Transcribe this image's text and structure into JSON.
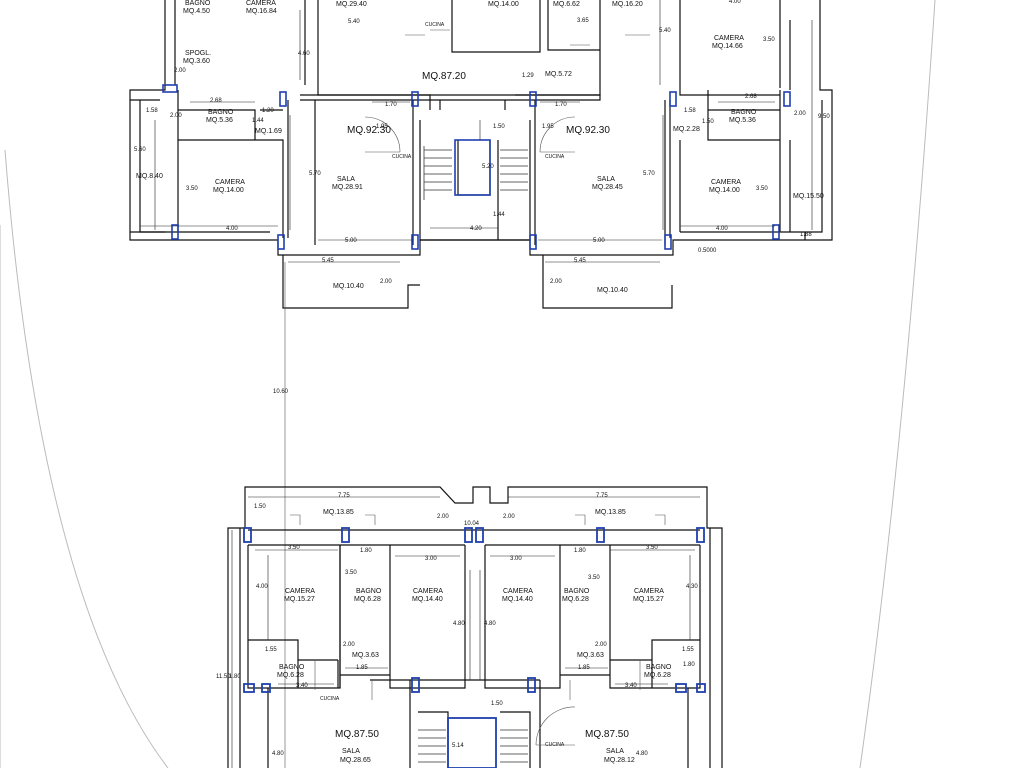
{
  "units": [
    {
      "id": "top-left",
      "area": "MQ.92.30"
    },
    {
      "id": "top-right",
      "area": "MQ.92.30"
    },
    {
      "id": "top-upper",
      "area": "MQ.87.20"
    },
    {
      "id": "bottom-left",
      "area": "MQ.87.50"
    },
    {
      "id": "bottom-right",
      "area": "MQ.87.50"
    }
  ],
  "rooms": {
    "bagno_450": "BAGNO",
    "bagno_450_area": "MQ.4.50",
    "camera_1684": "CAMERA",
    "camera_1684_area": "MQ.16.84",
    "spogl": "SPOGL.",
    "spogl_area": "MQ.3.60",
    "area_2940": "MQ.29.40",
    "area_1400_top": "MQ.14.00",
    "area_662": "MQ.6.62",
    "area_1620": "MQ.16.20",
    "cucina": "CUCINA",
    "area_572": "MQ.5.72",
    "camera_1466": "CAMERA",
    "camera_1466_area": "MQ.14.66",
    "bagno_536_l": "BAGNO",
    "bagno_536_l_area": "MQ.5.36",
    "area_169": "MQ.1.69",
    "bagno_536_r": "BAGNO",
    "bagno_536_r_area": "MQ.5.36",
    "area_228": "MQ.2.28",
    "camera_1400_l": "CAMERA",
    "camera_1400_l_area": "MQ.14.00",
    "sala_2891": "SALA",
    "sala_2891_area": "MQ.28.91",
    "sala_2845": "SALA",
    "sala_2845_area": "MQ.28.45",
    "camera_1400_r": "CAMERA",
    "camera_1400_r_area": "MQ.14.00",
    "area_840": "MQ.8.40",
    "area_1550": "MQ.15.50",
    "balc_l": "MQ.10.40",
    "balc_r": "MQ.10.40",
    "terr_l": "MQ.13.85",
    "terr_r": "MQ.13.85",
    "cam_1527_l": "CAMERA",
    "cam_1527_l_area": "MQ.15.27",
    "bagno_628_l": "BAGNO",
    "bagno_628_l_area": "MQ.6.28",
    "cam_1440_l": "CAMERA",
    "cam_1440_l_area": "MQ.14.40",
    "cam_1440_r": "CAMERA",
    "cam_1440_r_area": "MQ.14.40",
    "bagno_628_r": "BAGNO",
    "bagno_628_r_area": "MQ.6.28",
    "cam_1527_r": "CAMERA",
    "cam_1527_r_area": "MQ.15.27",
    "area_363_l": "MQ.3.63",
    "area_363_r": "MQ.3.63",
    "bagno_628_bl": "BAGNO",
    "bagno_628_bl_area": "MQ.6.28",
    "bagno_628_br": "BAGNO",
    "bagno_628_br_area": "MQ.6.28",
    "sala_b_l": "SALA",
    "sala_b_l_area": "MQ.28.65",
    "sala_b_r": "SALA",
    "sala_b_r_area": "MQ.28.12"
  },
  "dims": [
    "5.40",
    "4.60",
    "2.00",
    "1.58",
    "2.68",
    "1.20",
    "1.44",
    "2.00",
    "1.70",
    "1.95",
    "1.50",
    "1.95",
    "1.70",
    "1.58",
    "2.68",
    "1.50",
    "2.00",
    "5.60",
    "9.50",
    "5.70",
    "5.70",
    "3.50",
    "3.50",
    "4.00",
    "4.00",
    "5.00",
    "5.00",
    "5.20",
    "1.44",
    "4.20",
    "5.45",
    "5.45",
    "2.00",
    "2.00",
    "0.5000",
    "1.88",
    "4.00",
    "1.29",
    "3.65",
    "5.40",
    "3.50",
    "10.60",
    "7.75",
    "7.75",
    "1.50",
    "2.00",
    "2.00",
    "10.04",
    "3.50",
    "1.80",
    "3.00",
    "3.00",
    "1.80",
    "3.50",
    "4.00",
    "3.50",
    "3.50",
    "4.30",
    "4.80",
    "4.80",
    "1.55",
    "2.00",
    "2.00",
    "1.55",
    "1.85",
    "1.85",
    "1.80",
    "1.80",
    "3.40",
    "3.40",
    "11.50",
    "1.50",
    "5.14",
    "4.80",
    "4.80"
  ]
}
